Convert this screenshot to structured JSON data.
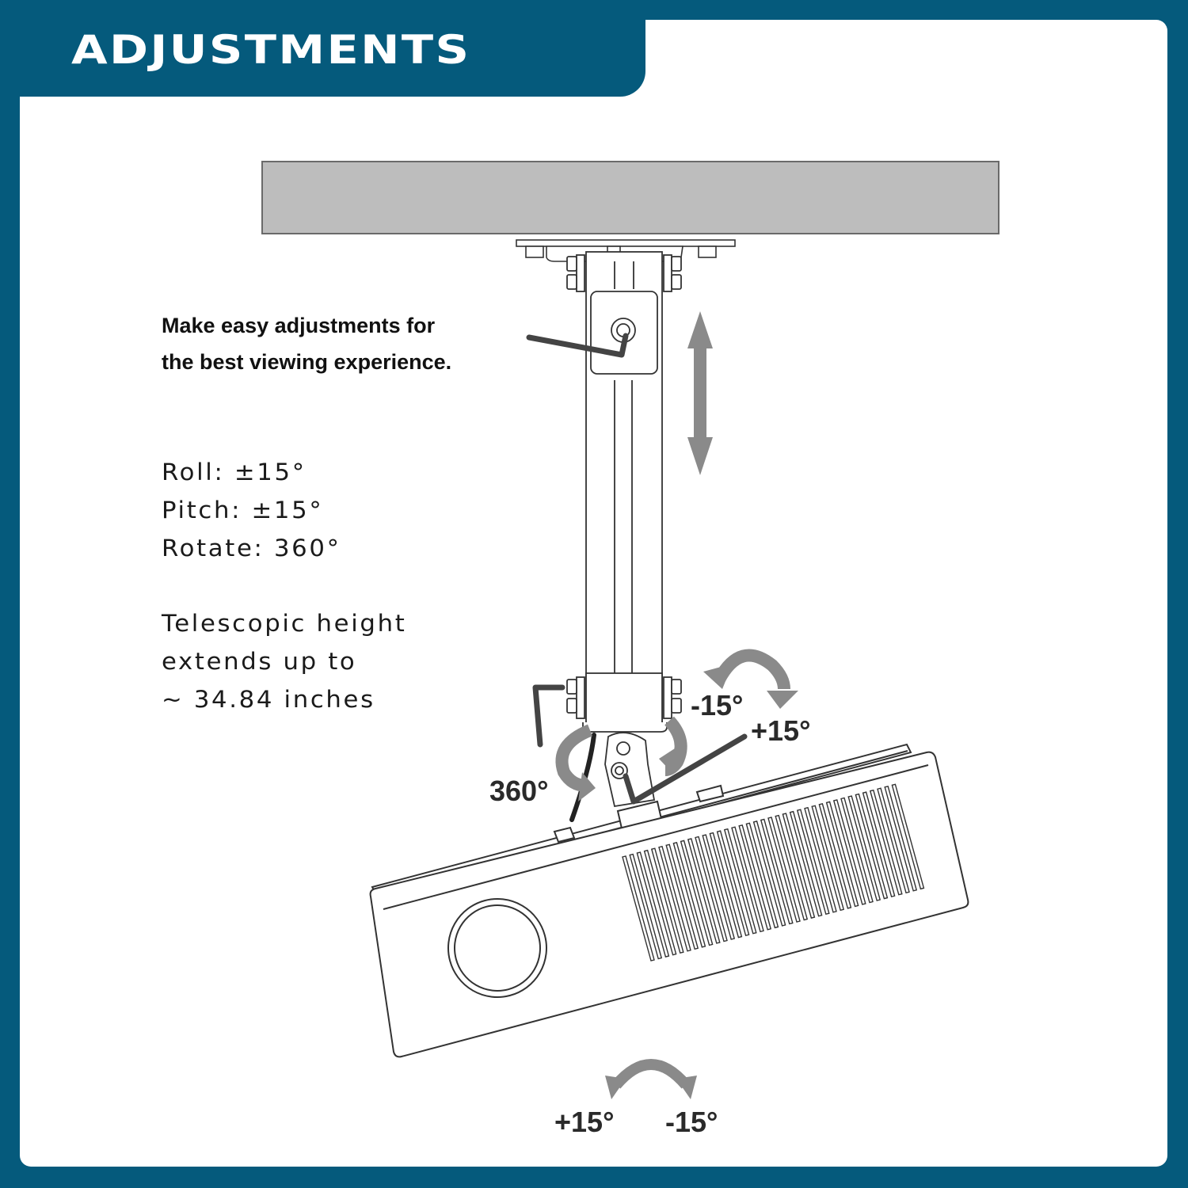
{
  "header": {
    "title": "ADJUSTMENTS"
  },
  "colors": {
    "frame": "#055a7c",
    "card": "#ffffff",
    "ceiling": "#bdbdbd",
    "arrow": "#8a8a8a",
    "hex_key": "#555555"
  },
  "tagline": {
    "line1": "Make easy adjustments for",
    "line2": "the best viewing experience."
  },
  "specs": {
    "roll": "Roll: ±15°",
    "pitch": "Pitch: ±15°",
    "rotate": "Rotate: 360°",
    "telescopic_line1": "Telescopic height",
    "telescopic_line2": "extends up to",
    "telescopic_line3": "~ 34.84 inches"
  },
  "diagram_labels": {
    "pitch_minus": "-15°",
    "pitch_plus": "+15°",
    "rotate": "360°",
    "roll_plus": "+15°",
    "roll_minus": "-15°"
  },
  "icons": {
    "height_arrow": "vertical-double-arrow-icon",
    "pitch_arrow": "curved-double-arrow-icon",
    "rotate_arrow": "rotation-arrow-icon",
    "roll_arrow": "arc-double-arrow-icon"
  }
}
